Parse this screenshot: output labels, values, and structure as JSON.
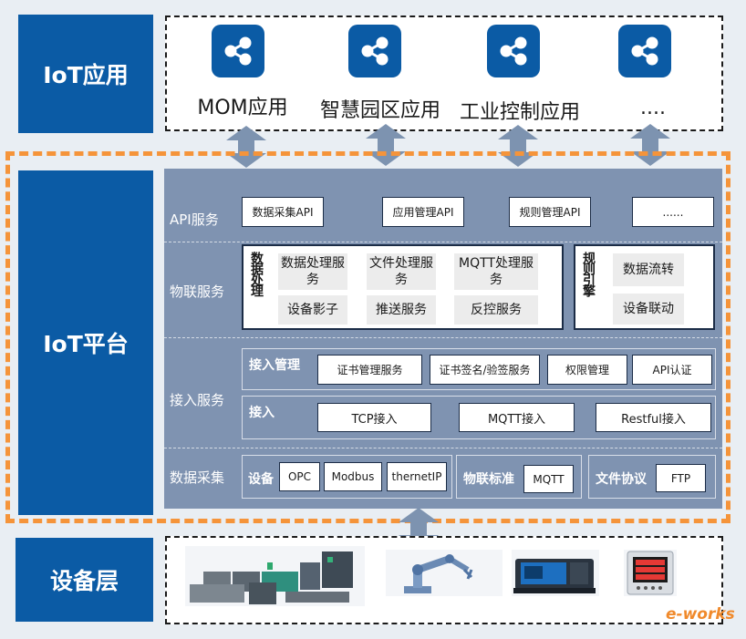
{
  "layers": {
    "app": "IoT应用",
    "platform": "IoT平台",
    "device": "设备层"
  },
  "apps": [
    {
      "label": "MOM应用",
      "icon": "share-icon"
    },
    {
      "label": "智慧园区应用",
      "icon": "share-icon"
    },
    {
      "label": "工业控制应用",
      "icon": "share-icon"
    },
    {
      "label": "....",
      "icon": "share-icon"
    }
  ],
  "platform": {
    "api": {
      "label": "API服务",
      "items": [
        "数据采集API",
        "应用管理API",
        "规则管理API",
        "......"
      ]
    },
    "iot": {
      "label": "物联服务",
      "data_processing": {
        "title": "数据处理",
        "items": [
          "数据处理服务",
          "文件处理服务",
          "MQTT处理服务",
          "设备影子",
          "推送服务",
          "反控服务"
        ]
      },
      "rule_engine": {
        "title": "规则引擎",
        "items": [
          "数据流转",
          "设备联动"
        ]
      }
    },
    "access": {
      "label": "接入服务",
      "management": {
        "title": "接入管理",
        "items": [
          "证书管理服务",
          "证书签名/验签服务",
          "权限管理",
          "API认证"
        ]
      },
      "connect": {
        "title": "接入",
        "items": [
          "TCP接入",
          "MQTT接入",
          "Restful接入"
        ]
      }
    },
    "collection": {
      "label": "数据采集",
      "device": {
        "title": "设备",
        "items": [
          "OPC",
          "Modbus",
          "thernetIP"
        ]
      },
      "standard": {
        "title": "物联标准",
        "items": [
          "MQTT"
        ]
      },
      "file": {
        "title": "文件协议",
        "items": [
          "FTP"
        ]
      }
    }
  },
  "watermark": "e-works",
  "colors": {
    "primary": "#0b5ba5",
    "platform": "#7f93b1",
    "orange": "#f5943a"
  }
}
